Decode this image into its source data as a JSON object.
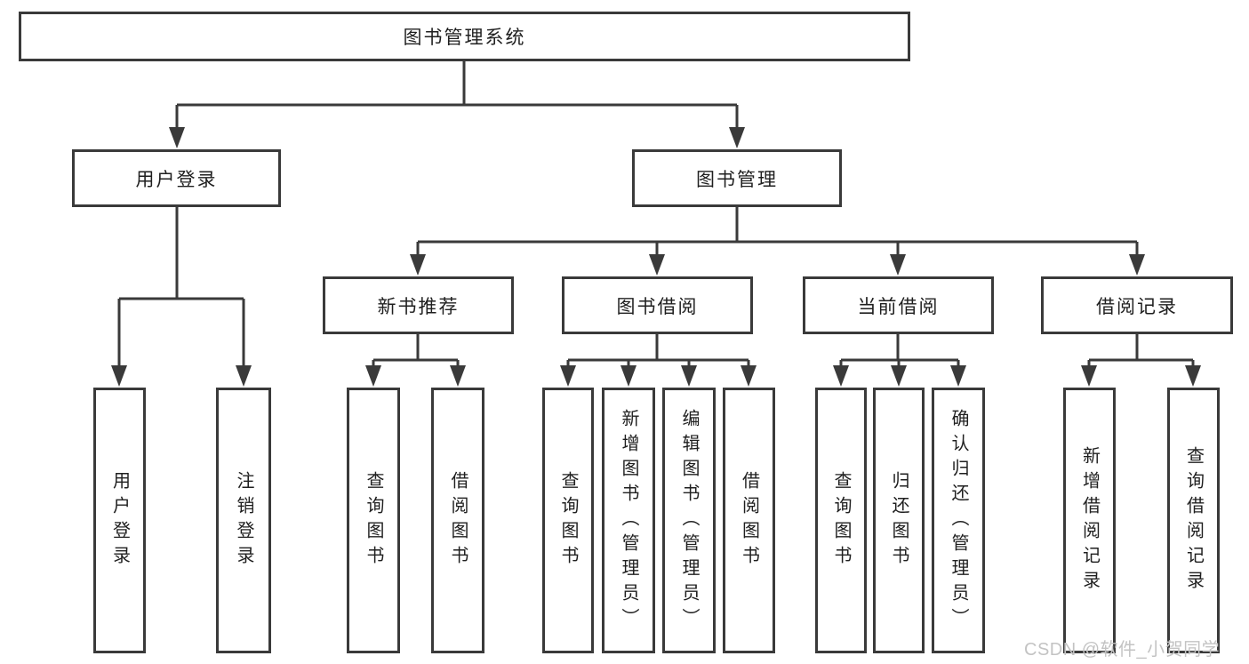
{
  "tree": {
    "label": "图书管理系统",
    "children": [
      {
        "label": "用户登录",
        "children": [
          {
            "label": "用户登录"
          },
          {
            "label": "注销登录"
          }
        ]
      },
      {
        "label": "图书管理",
        "children": [
          {
            "label": "新书推荐",
            "children": [
              {
                "label": "查询图书"
              },
              {
                "label": "借阅图书"
              }
            ]
          },
          {
            "label": "图书借阅",
            "children": [
              {
                "label": "查询图书"
              },
              {
                "label": "新增图书（管理员）"
              },
              {
                "label": "编辑图书（管理员）"
              },
              {
                "label": "借阅图书"
              }
            ]
          },
          {
            "label": "当前借阅",
            "children": [
              {
                "label": "查询图书"
              },
              {
                "label": "归还图书"
              },
              {
                "label": "确认归还（管理员）"
              }
            ]
          },
          {
            "label": "借阅记录",
            "children": [
              {
                "label": "新增借阅记录"
              },
              {
                "label": "查询借阅记录"
              }
            ]
          }
        ]
      }
    ]
  },
  "watermark": "CSDN @软件_小贺同学",
  "colors": {
    "line": "#3a3a3a",
    "text": "#1f1f1f",
    "watermark": "#c3c3c3",
    "box_background": "#ffffff"
  }
}
